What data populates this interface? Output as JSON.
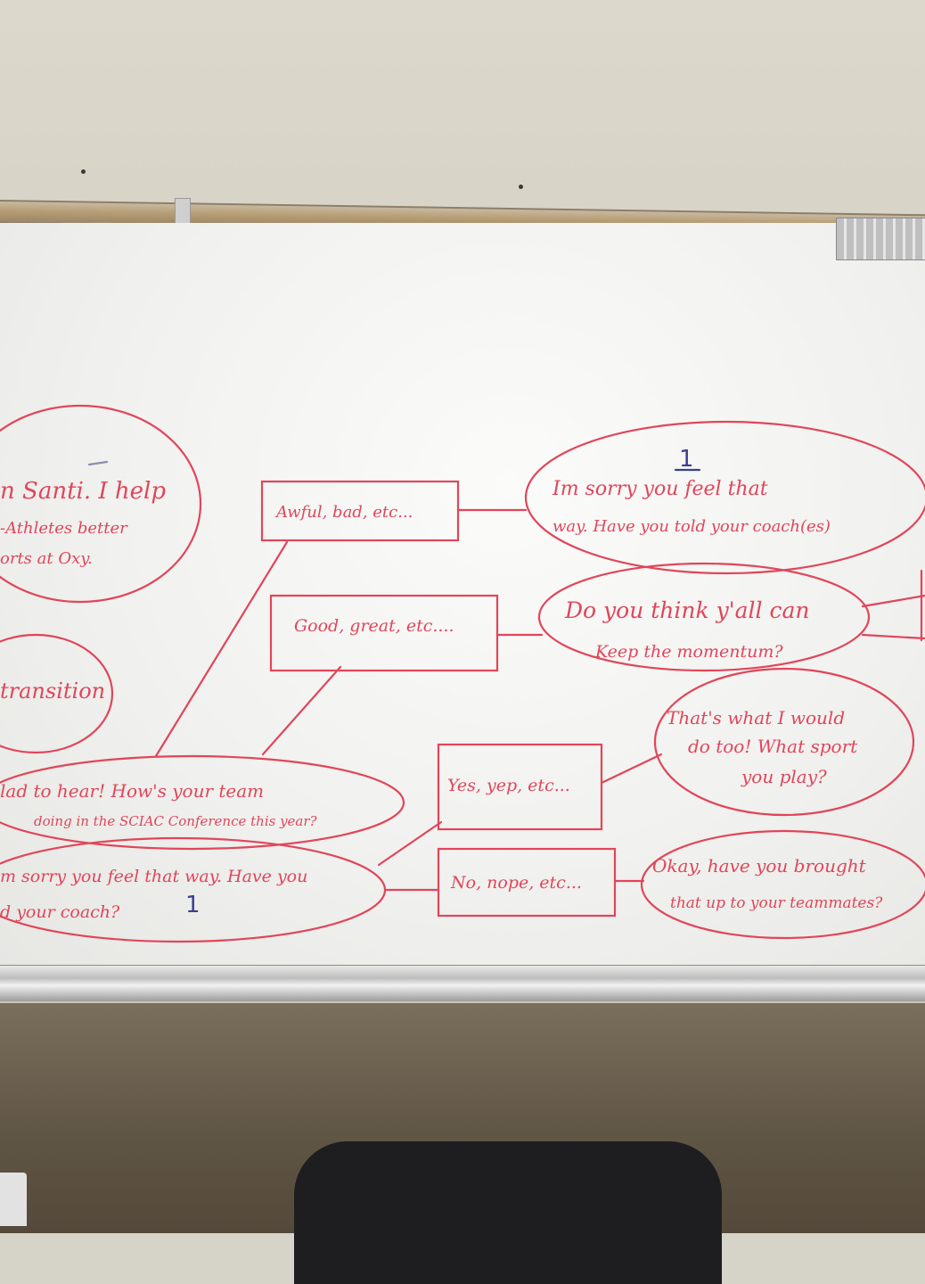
{
  "ink_color": "#e0465a",
  "marker_blue": "#3d3f8f",
  "notes": {
    "intro_1": "n Santi. I help",
    "intro_2": "-Athletes better",
    "intro_3": "orts at Oxy.",
    "transition": "transition",
    "awful": "Awful, bad, etc...",
    "good": "Good, great, etc....",
    "sorry_right_1": "Im sorry you feel that",
    "sorry_right_2": "way. Have you told your coach(es)",
    "momentum_1": "Do you think y'all can",
    "momentum_2": "Keep the momentum?",
    "thats_1": "That's what I would",
    "thats_2": "do too! What sport",
    "thats_3": "you play?",
    "glad_1": "lad to hear! How's your team",
    "glad_2": "doing in the SCIAC Conference this year?",
    "yes": "Yes, yep, etc...",
    "no": "No, nope, etc...",
    "okay_1": "Okay, have you brought",
    "okay_2": "that up to your teammates?",
    "sorry_left_1": "m sorry you feel that way. Have you",
    "sorry_left_2": "d your coach?"
  },
  "badges": {
    "one_top": "1",
    "one_bottom": "1"
  }
}
